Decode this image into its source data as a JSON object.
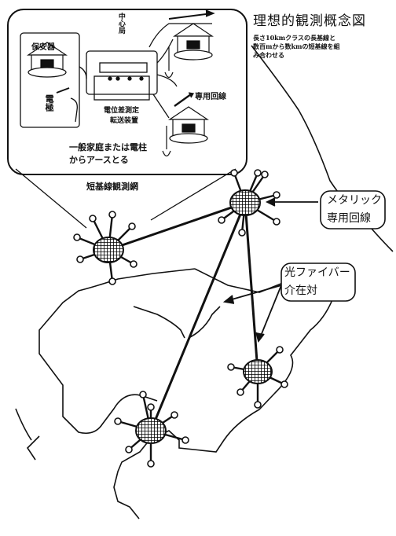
{
  "title": "理想的観測概念図",
  "subtitle_lines": [
    "長さ10kmクラスの長基線と",
    "数百mから数kmの短基線を組",
    "み合わせる"
  ],
  "inset": {
    "center_station": "中心局",
    "protector": "保安器",
    "electrode": "電極",
    "dedicated_line": "専用回線",
    "device_lines": [
      "電位差測定",
      "転送装置"
    ],
    "ground_note_lines": [
      "一般家庭または電柱",
      "からアースとる"
    ],
    "caption": "短基線観測網"
  },
  "callouts": {
    "metallic": [
      "メタリック",
      "専用回線"
    ],
    "fiber": [
      "光ファイバー",
      "介在対"
    ]
  }
}
